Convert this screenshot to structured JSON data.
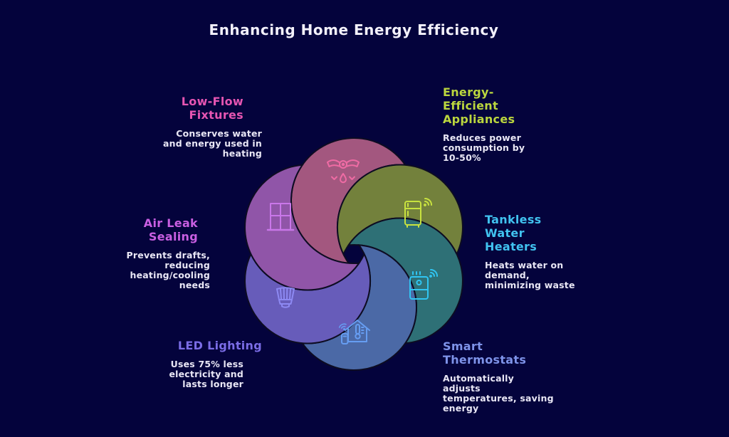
{
  "title": "Enhancing Home Energy Efficiency",
  "title_color": "#f3f1fb",
  "background_color": "#04033c",
  "outline_color": "#0d0c22",
  "desc_color": "#e9e7f5",
  "items": [
    {
      "id": "low-flow-fixtures",
      "title": "Low-Flow\nFixtures",
      "desc": "Conserves water\nand energy used in\nheating",
      "title_color": "#e655b2",
      "petal_color": "#a3577f",
      "icon_color": "#ef6ba4",
      "icon": "showerhead-icon"
    },
    {
      "id": "energy-efficient-appliances",
      "title": "Energy-\nEfficient\nAppliances",
      "desc": "Reduces power\nconsumption by\n10-50%",
      "title_color": "#bbd63e",
      "petal_color": "#73813c",
      "icon_color": "#c8e23f",
      "icon": "smart-fridge-icon"
    },
    {
      "id": "tankless-water-heaters",
      "title": "Tankless\nWater\nHeaters",
      "desc": "Heats water on\ndemand,\nminimizing waste",
      "title_color": "#41c3f0",
      "petal_color": "#2e7076",
      "icon_color": "#30c5f2",
      "icon": "water-heater-icon"
    },
    {
      "id": "smart-thermostats",
      "title": "Smart\nThermostats",
      "desc": "Automatically\nadjusts\ntemperatures, saving\nenergy",
      "title_color": "#7e93e9",
      "petal_color": "#4b69a6",
      "icon_color": "#669df2",
      "icon": "smart-home-thermostat-icon"
    },
    {
      "id": "led-lighting",
      "title": "LED Lighting",
      "desc": "Uses 75% less\nelectricity and\nlasts longer",
      "title_color": "#7b6de7",
      "petal_color": "#675cba",
      "icon_color": "#8d89f2",
      "icon": "led-bulb-icon"
    },
    {
      "id": "air-leak-sealing",
      "title": "Air Leak\nSealing",
      "desc": "Prevents drafts,\nreducing\nheating/cooling\nneeds",
      "title_color": "#c95fe2",
      "petal_color": "#9055a8",
      "icon_color": "#c977e9",
      "icon": "window-icon"
    }
  ]
}
